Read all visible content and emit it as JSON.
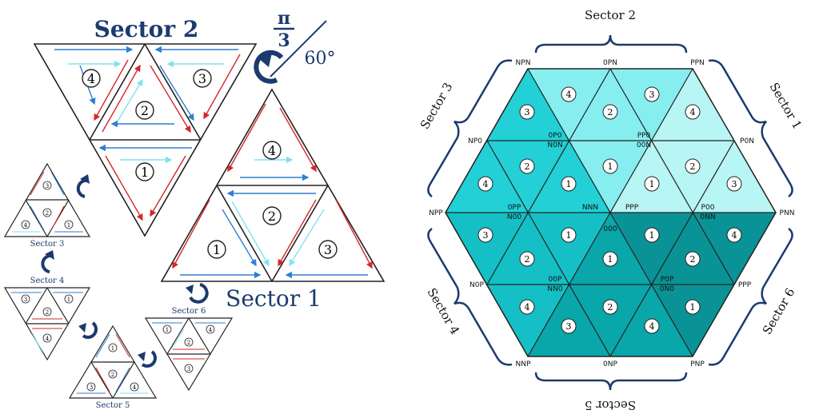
{
  "left": {
    "sector2_title": "Sector 2",
    "sector1_title": "Sector 1",
    "angle_num": "π",
    "angle_den": "3",
    "angle_deg": "60°",
    "sector3_label": "Sector 3",
    "sector4_label": "Sector 4",
    "sector5_label": "Sector 5",
    "sector6_label": "Sector 6",
    "big_numbers": [
      "4",
      "3",
      "2",
      "1"
    ],
    "s1_numbers": [
      "4",
      "2",
      "1",
      "3"
    ],
    "small_s3": [
      "3",
      "4",
      "2",
      "1"
    ],
    "small_s4": [
      "3",
      "1",
      "2",
      "4"
    ],
    "small_s5": [
      "1",
      "2",
      "3",
      "4"
    ],
    "small_s6": [
      "1",
      "4",
      "2",
      "3"
    ],
    "colors": {
      "dark_navy": "#1c3a6e",
      "red": "#d7262b",
      "blue": "#2f7fd1",
      "cyan": "#7fe3f0"
    }
  },
  "right": {
    "sector_labels": {
      "s1": "Sector 1",
      "s2": "Sector 2",
      "s3": "Sector 3",
      "s4": "Sector 4",
      "s5": "Sector 5",
      "s6": "Sector 6"
    },
    "vertex_labels": {
      "NPN": "NPN",
      "OPN": "0PN",
      "PPN": "PPN",
      "NPO": "NP0",
      "OPO": "0P0",
      "NON": "N0N",
      "PPO": "PP0",
      "OON": "00N",
      "PON": "P0N",
      "NPP": "NPP",
      "OPP": "0PP",
      "NOO": "N00",
      "NNN": "NNN",
      "PPP_c": "PPP",
      "POO": "P00",
      "ONN": "0NN",
      "PNN": "PNN",
      "OOO": "000",
      "NOP": "N0P",
      "OOP": "00P",
      "NNO": "NN0",
      "POP": "P0P",
      "ONO": "0N0",
      "PPP_r": "PPP",
      "NNP": "NNP",
      "ONP": "0NP",
      "PNP": "PNP"
    },
    "cell_numbers": {
      "s2": [
        "4",
        "2",
        "3"
      ],
      "s3": [
        "3",
        "2",
        "1",
        "4"
      ],
      "s1": [
        "4",
        "1",
        "2",
        "3"
      ],
      "mid": [
        "1",
        "1"
      ],
      "s4": [
        "3",
        "1",
        "2",
        "4"
      ],
      "s6": [
        "1",
        "2",
        "4"
      ],
      "s5": [
        "1",
        "2",
        "3",
        "4"
      ]
    },
    "colors": {
      "s2": "#87eef0",
      "s3": "#22d0d6",
      "s1": "#b8f5f5",
      "s4": "#14c0c5",
      "s5": "#09a6aa",
      "s6": "#0a9396",
      "bracket": "#1c3a6e"
    }
  }
}
